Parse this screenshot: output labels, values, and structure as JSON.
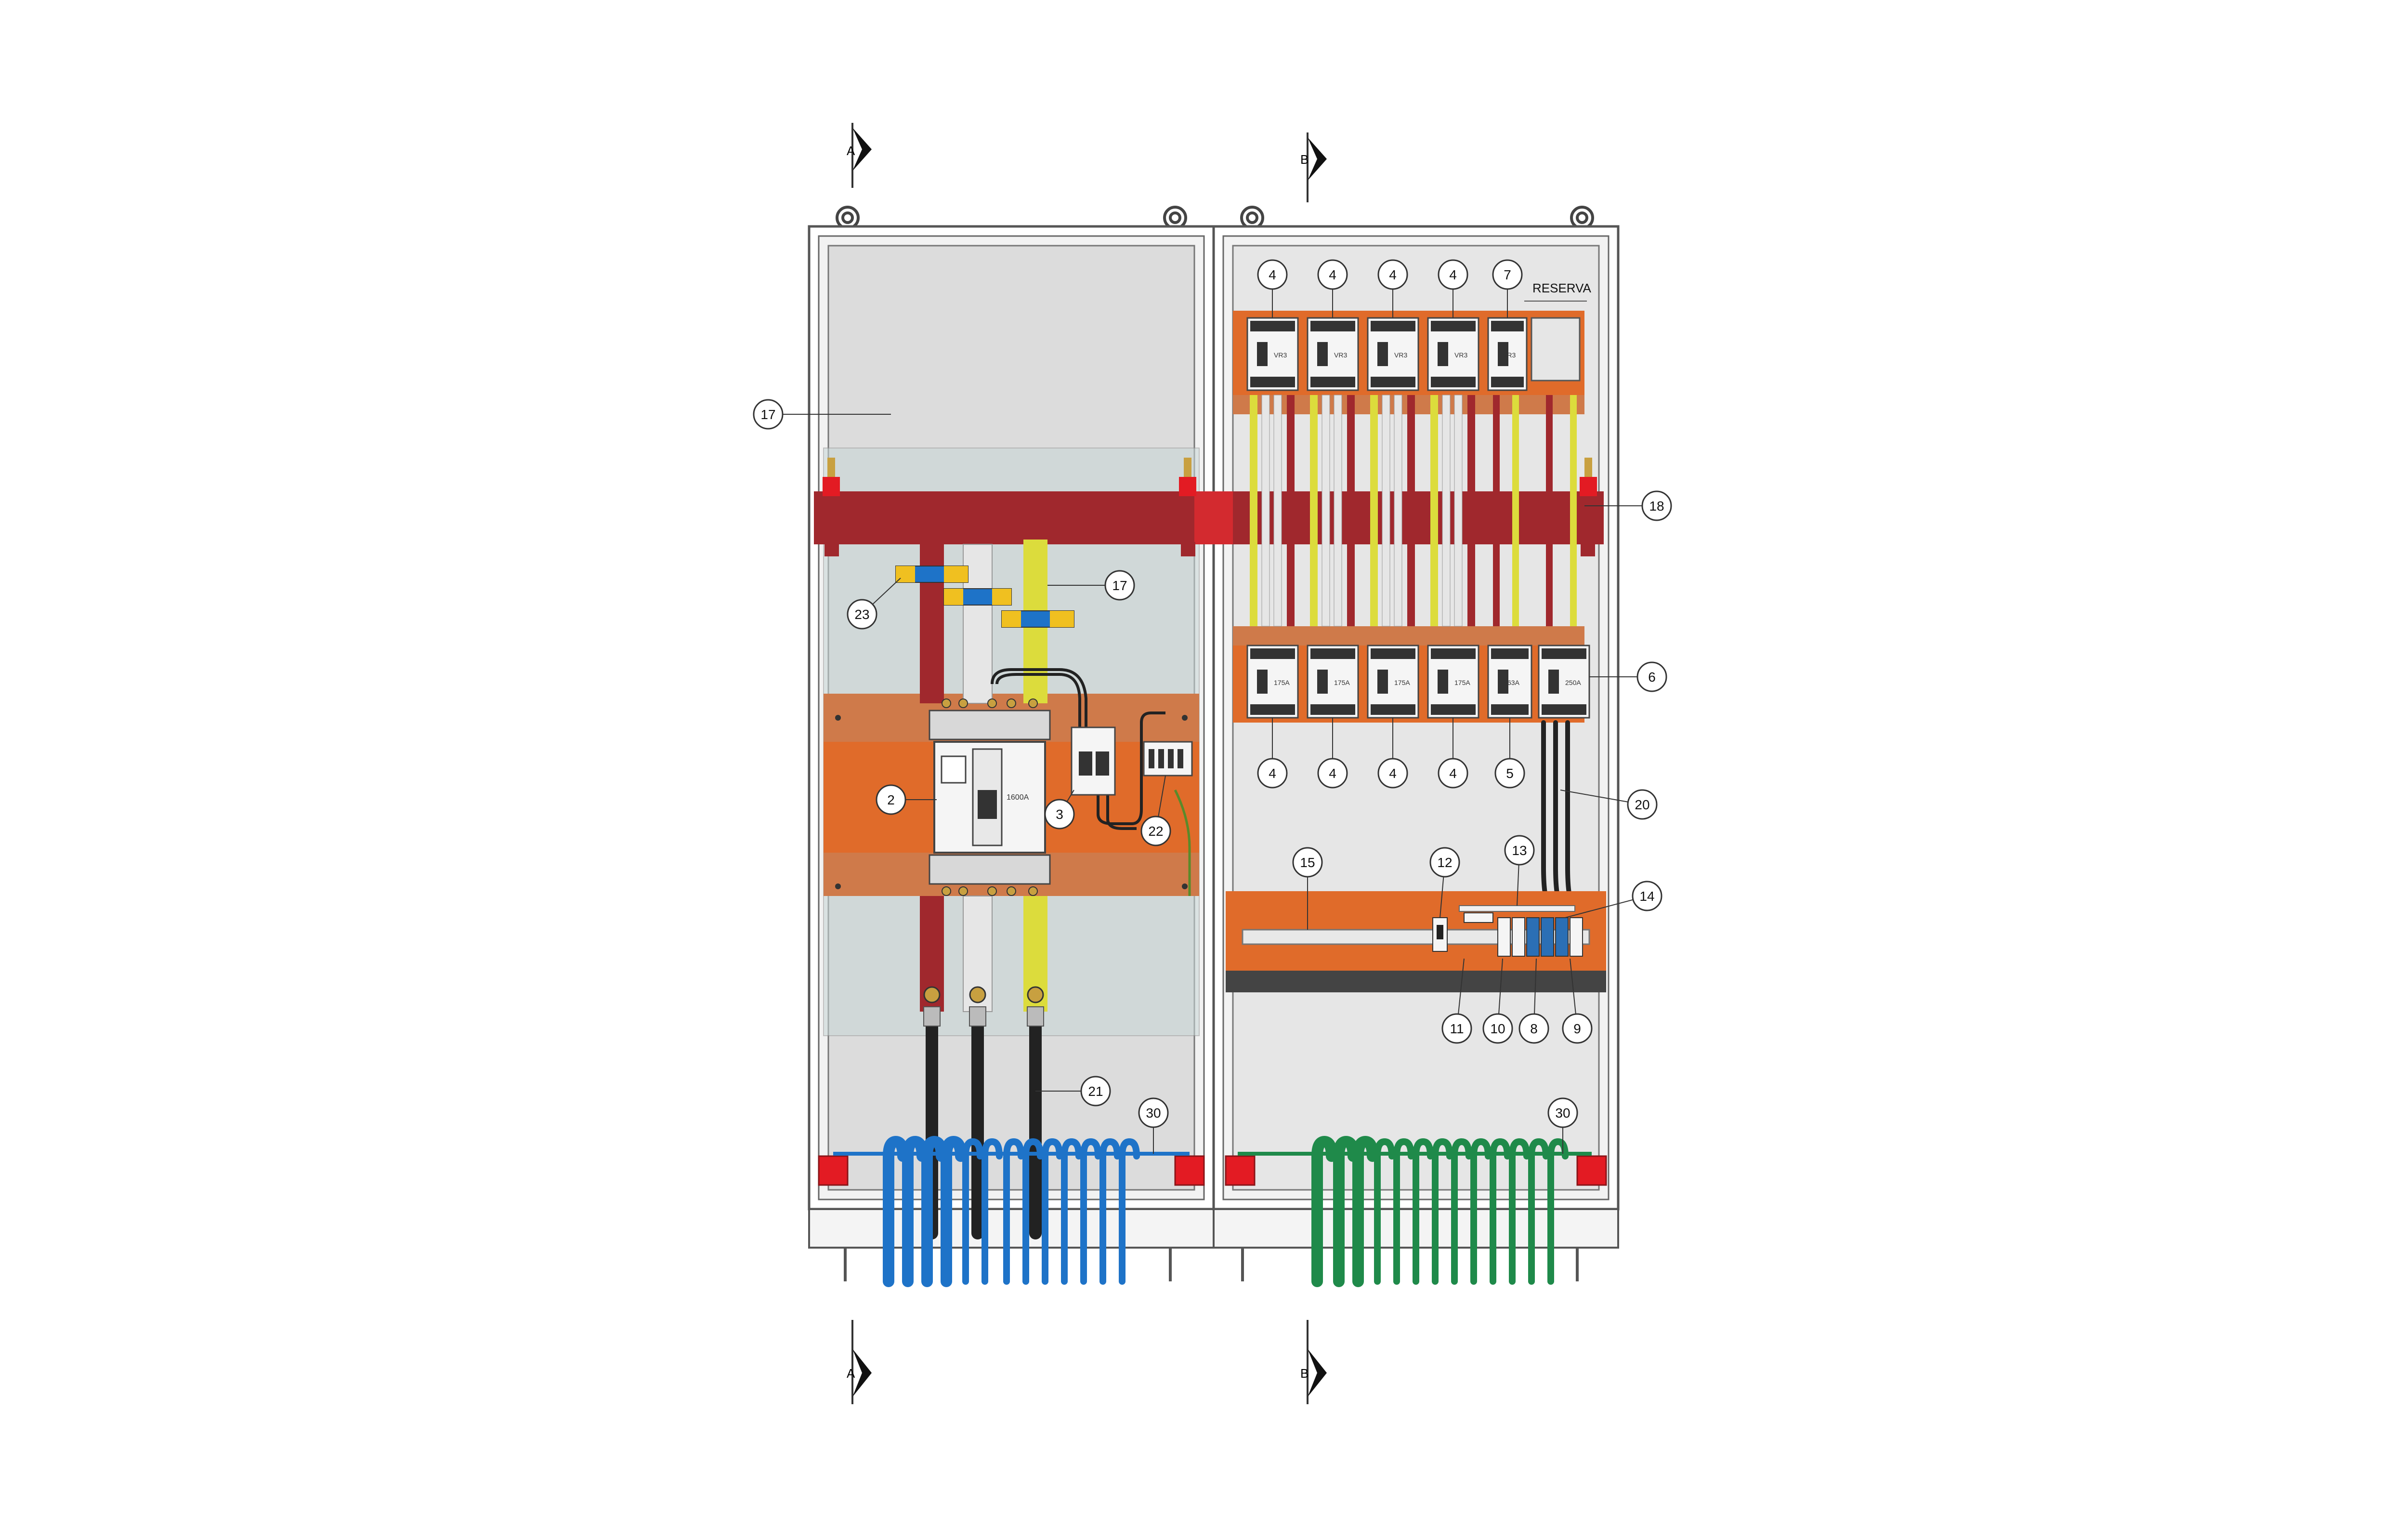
{
  "section_markers": {
    "a_top": "A",
    "b_top": "B",
    "a_bottom": "A",
    "b_bottom": "B"
  },
  "panel": {
    "reserve_label": "RESERVA",
    "main_breaker_rating": "1600A",
    "top_breaker_rating": "VR3",
    "bottom_breaker_rating": "175A",
    "bottom_breaker_small_rating": "63A",
    "bottom_breaker_large_rating": "250A"
  },
  "callouts": {
    "c2": "2",
    "c3": "3",
    "c4": "4",
    "c5": "5",
    "c6": "6",
    "c7": "7",
    "c8": "8",
    "c9": "9",
    "c10": "10",
    "c11": "11",
    "c12": "12",
    "c13": "13",
    "c14": "14",
    "c15": "15",
    "c17": "17",
    "c18": "18",
    "c20": "20",
    "c21": "21",
    "c22": "22",
    "c23": "23",
    "c30": "30"
  },
  "colors": {
    "enclosure_outline": "#555555",
    "mounting_plate": "#e06b2a",
    "mounting_plate_light": "#cf7a4a",
    "busbar_phase": "#a0282d",
    "busbar_neutral": "#dcdc3c",
    "busbar_grey": "#e6e6e6",
    "cable_blue": "#1e73c8",
    "cable_green": "#1f8a4a",
    "cable_black": "#222222",
    "insulator_red": "#e31b23",
    "transparent_cover": "#c8d6d6"
  }
}
